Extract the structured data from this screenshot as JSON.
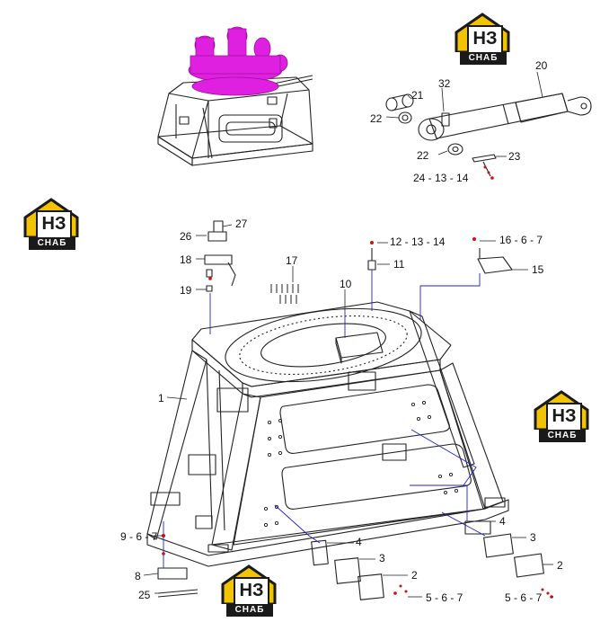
{
  "logo": {
    "mark": "НЗ",
    "word": "СНАБ"
  },
  "callouts": {
    "c20": "20",
    "c21": "21",
    "c32": "32",
    "c22a": "22",
    "c22b": "22",
    "c23": "23",
    "c24": "24 - 13 - 14",
    "c26": "26",
    "c27": "27",
    "c18": "18",
    "c19": "19",
    "c17": "17",
    "c12": "12 - 13 - 14",
    "c11": "11",
    "c10": "10",
    "c16": "16 - 6 - 7",
    "c15": "15",
    "c1": "1",
    "c9": "9 - 6 - 7",
    "c8": "8",
    "c25": "25",
    "c4a": "4",
    "c3a": "3",
    "c2a": "2",
    "c5a": "5 - 6 - 7",
    "c4b": "4",
    "c3b": "3",
    "c2b": "2",
    "c5b": "5 - 6 - 7"
  },
  "colors": {
    "accent": "#f2c300",
    "highlight": "#e020e0",
    "guide": "#2222cc",
    "marker": "#d01010"
  }
}
